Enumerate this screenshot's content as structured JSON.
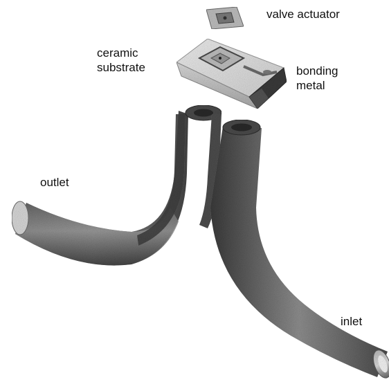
{
  "labels": {
    "valve_actuator": "valve actuator",
    "ceramic_substrate": "ceramic\nsubstrate",
    "bonding_metal": "bonding\nmetal",
    "outlet": "outlet",
    "inlet": "inlet"
  },
  "colors": {
    "background": "#ffffff",
    "tube_dark": "#3e3e3e",
    "tube_mid": "#8a8a8a",
    "tube_light": "#d8d8d8",
    "substrate_light": "#e4e4e4",
    "substrate_shadow": "#505050",
    "text": "#111111"
  }
}
